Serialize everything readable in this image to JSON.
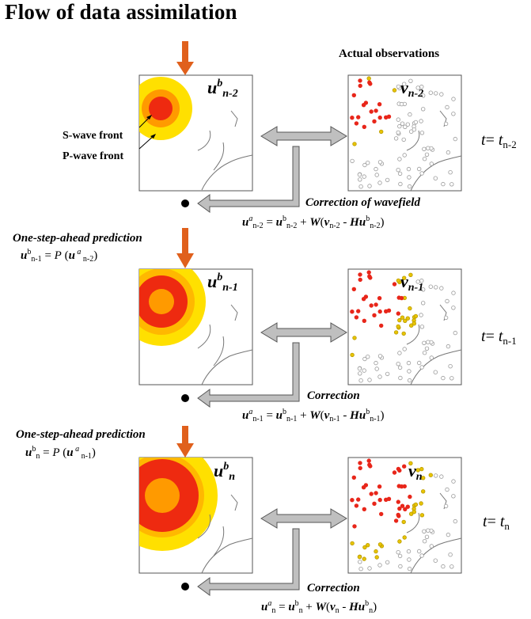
{
  "title": "Flow of data assimilation",
  "observations_title": "Actual observations",
  "wave_labels": {
    "s_wave": "S-wave front",
    "p_wave": "P-wave front"
  },
  "steps": [
    {
      "u_base": "u",
      "u_sup": "b",
      "u_sub": "n-2",
      "v_base": "v",
      "v_sub": "n-2",
      "t_base": "t",
      "t_eq": "= ",
      "t_var": "t",
      "t_sub": "n-2",
      "correction_label": "Correction of wavefield",
      "eq": {
        "lhs_base": "u",
        "lhs_sup": "a",
        "lhs_sub": "n-2",
        "eq1": " = ",
        "b_base": "u",
        "b_sup": "b",
        "b_sub": "n-2",
        "plus": " + ",
        "W": "W",
        "open": "(",
        "v": "v",
        "v_sub": "n-2",
        "minus": " - ",
        "H": "Hu",
        "h_sup": "b",
        "h_sub": "n-2",
        "close": ")"
      }
    },
    {
      "u_base": "u",
      "u_sup": "b",
      "u_sub": "n-1",
      "v_base": "v",
      "v_sub": "n-1",
      "t_base": "t",
      "t_eq": "= ",
      "t_var": "t",
      "t_sub": "n-1",
      "prediction_label": "One-step-ahead prediction",
      "pred_eq": {
        "lhs_base": "u",
        "lhs_sup": "b",
        "lhs_sub": "n-1",
        "eq": " = ",
        "P": "P",
        "open": " (",
        "u": "u",
        "u_sup": " a",
        "u_sub": " n-2",
        "close": ")"
      },
      "correction_label": "Correction",
      "eq": {
        "lhs_base": "u",
        "lhs_sup": "a",
        "lhs_sub": "n-1",
        "eq1": " = ",
        "b_base": "u",
        "b_sup": "b",
        "b_sub": "n-1",
        "plus": " + ",
        "W": "W",
        "open": "(",
        "v": "v",
        "v_sub": "n-1",
        "minus": " - ",
        "H": "Hu",
        "h_sup": "b",
        "h_sub": "n-1",
        "close": ")"
      }
    },
    {
      "u_base": "u",
      "u_sup": "b",
      "u_sub": "n",
      "v_base": "v",
      "v_sub": "n",
      "t_base": "t",
      "t_eq": "= ",
      "t_var": "t",
      "t_sub": "n",
      "prediction_label": "One-step-ahead prediction",
      "pred_eq": {
        "lhs_base": "u",
        "lhs_sup": "b",
        "lhs_sub": "n",
        "eq": " = ",
        "P": "P",
        "open": " (",
        "u": "u",
        "u_sup": " a",
        "u_sub": " n-1",
        "close": ")"
      },
      "correction_label": "Correction",
      "eq": {
        "lhs_base": "u",
        "lhs_sup": "a",
        "lhs_sub": "n",
        "eq1": " = ",
        "b_base": "u",
        "b_sup": "b",
        "b_sub": "n",
        "plus": " + ",
        "W": "W",
        "open": "(",
        "v": "v",
        "v_sub": "n",
        "minus": " - ",
        "H": "Hu",
        "h_sup": "b",
        "h_sub": "n",
        "close": ")"
      }
    }
  ],
  "colors": {
    "prediction_arrow": "#e0601c",
    "flow_arrow": "#888888",
    "wave_yellow": "#ffe000",
    "wave_orange": "#ff9a00",
    "wave_red": "#ee2a10",
    "station_red": "#e8261a",
    "station_yellow": "#e8c400",
    "station_empty": "#9a9a9a"
  }
}
